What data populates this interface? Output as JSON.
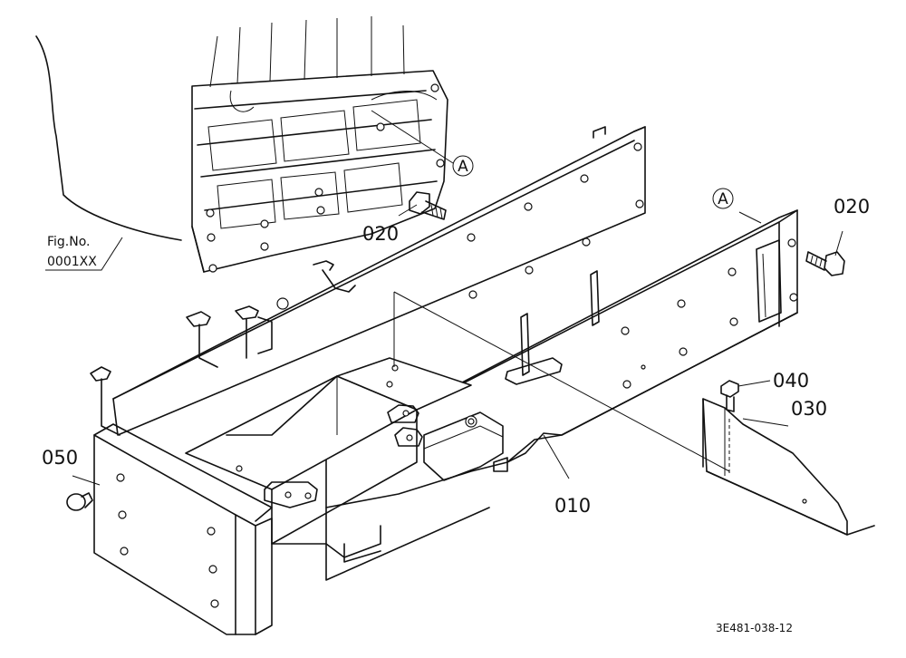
{
  "labels": {
    "p010": "010",
    "p020_left": "020",
    "p020_right": "020",
    "p030": "030",
    "p040": "040",
    "p050": "050",
    "ref_a_engine": "A",
    "ref_a_frame": "A",
    "fig_no": "Fig.No.",
    "fig_code": "0001XX",
    "drawing_code": "3E481-038-12"
  }
}
